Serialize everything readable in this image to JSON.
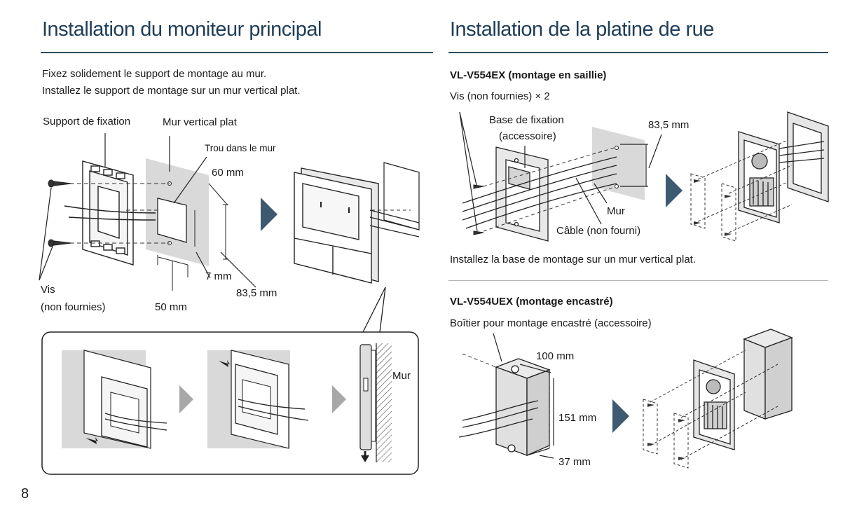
{
  "left": {
    "title": "Installation du moniteur principal",
    "intro_line1": "Fixez solidement le support de montage au mur.",
    "intro_line2": "Installez le support de montage sur un mur vertical plat.",
    "labels": {
      "bracket": "Support de fixation",
      "wall": "Mur vertical plat",
      "hole": "Trou dans le mur",
      "dim_60": "60 mm",
      "dim_7": "7 mm",
      "dim_83": "83,5 mm",
      "dim_50": "50 mm",
      "screws_line1": "Vis",
      "screws_line2": "(non fournies)",
      "wall_short": "Mur"
    }
  },
  "right": {
    "title": "Installation de la platine de rue",
    "surface": {
      "heading": "VL-V554EX (montage en saillie)",
      "screws": "Vis (non fournies) × 2",
      "base_line1": "Base de fixation",
      "base_line2": "(accessoire)",
      "dim_83": "83,5 mm",
      "wall": "Mur",
      "cable": "Câble (non fourni)",
      "note": "Installez la base de montage sur un mur vertical plat."
    },
    "flush": {
      "heading": "VL-V554UEX (montage encastré)",
      "box": "Boîtier pour montage encastré (accessoire)",
      "dim_100": "100 mm",
      "dim_151": "151 mm",
      "dim_37": "37 mm"
    }
  },
  "page_number": "8",
  "colors": {
    "title": "#1f3d57",
    "rule": "#2e4a5e",
    "arrow": "#3d5a70",
    "wall_gray": "#d9d9d9"
  }
}
